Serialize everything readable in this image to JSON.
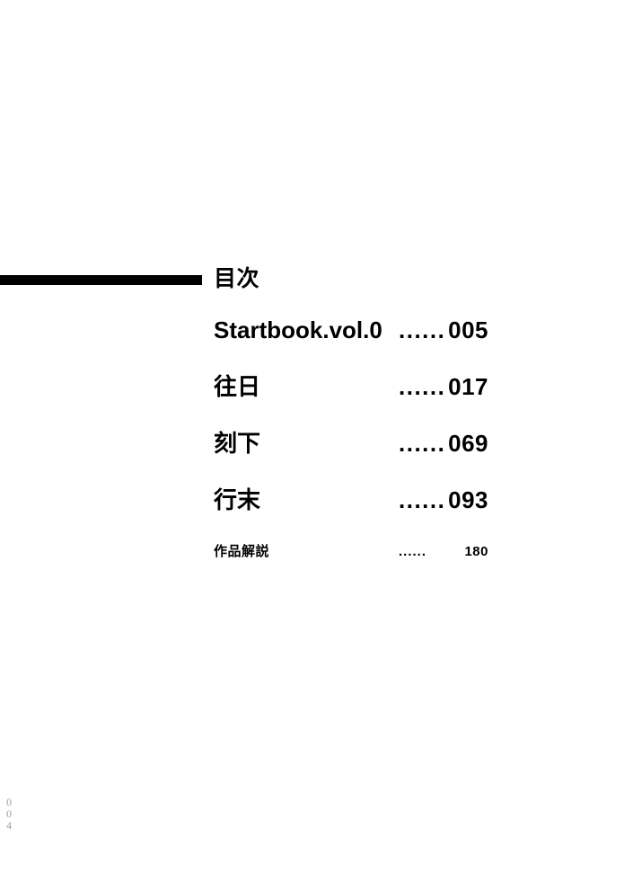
{
  "page": {
    "background_color": "#ffffff",
    "text_color": "#000000",
    "rule_color": "#000000",
    "folio_color": "#9a9a9a"
  },
  "header": {
    "title": "目次",
    "rule_name": "black-rule"
  },
  "toc": {
    "leader": "......",
    "entries": [
      {
        "label": "Startbook.vol.0",
        "leader": "......",
        "page": "005"
      },
      {
        "label": "往日",
        "leader": "......",
        "page": "017"
      },
      {
        "label": "刻下",
        "leader": "......",
        "page": "069"
      },
      {
        "label": "行末",
        "leader": "......",
        "page": "093"
      },
      {
        "label": "作品解説",
        "leader": "......",
        "page": "180"
      }
    ]
  },
  "folio": {
    "digits": [
      "0",
      "0",
      "4"
    ],
    "value": "004"
  }
}
